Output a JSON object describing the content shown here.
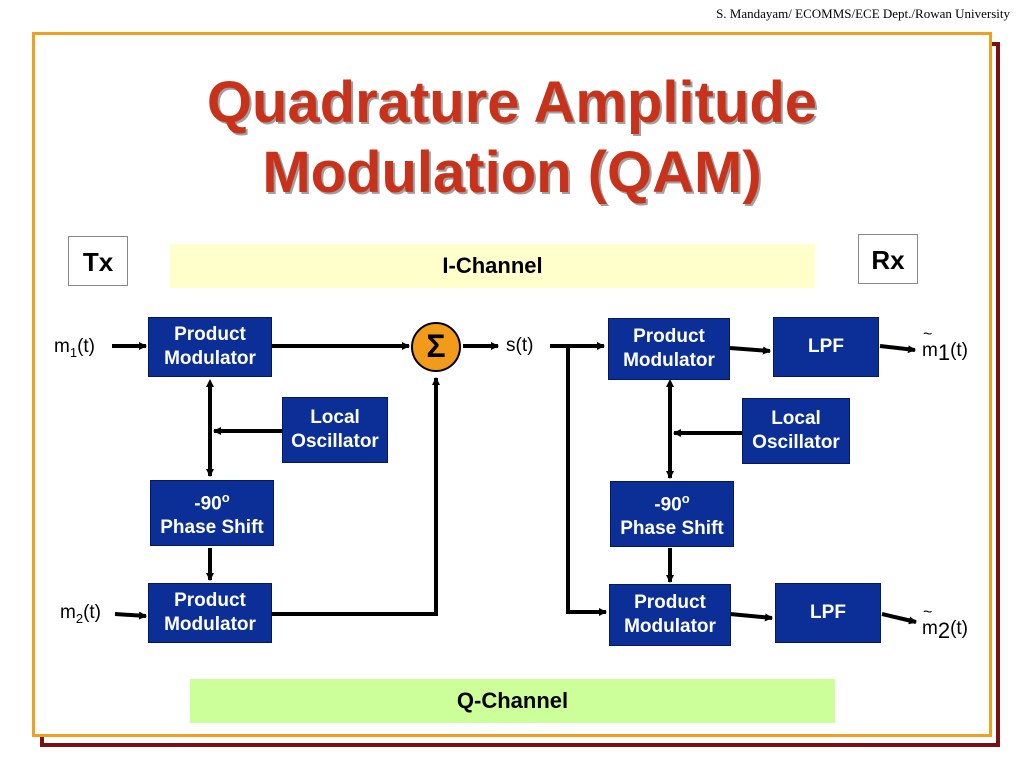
{
  "credit": "S. Mandayam/ ECOMMS/ECE Dept./Rowan University",
  "title": {
    "line1": "Quadrature Amplitude",
    "line2": "Modulation (QAM)"
  },
  "tx_label": "Tx",
  "rx_label": "Rx",
  "i_channel": "I-Channel",
  "q_channel": "Q-Channel",
  "colors": {
    "block": "#0b2f96",
    "title": "#c8321a",
    "sum": "#f29a1a",
    "i_band": "#ffffcc",
    "q_band": "#ccff99",
    "frame_outer": "#7a1010",
    "frame_inner": "#f0a020"
  },
  "blocks": {
    "tx_pm1": {
      "line1": "Product",
      "line2": "Modulator"
    },
    "tx_lo": {
      "line1": "Local",
      "line2": "Oscillator"
    },
    "tx_ps": {
      "line1": "-90",
      "sup": "o",
      "line2": "Phase Shift"
    },
    "tx_pm2": {
      "line1": "Product",
      "line2": "Modulator"
    },
    "rx_pm1": {
      "line1": "Product",
      "line2": "Modulator"
    },
    "rx_lpf1": "LPF",
    "rx_lo": {
      "line1": "Local",
      "line2": "Oscillator"
    },
    "rx_ps": {
      "line1": "-90",
      "sup": "o",
      "line2": "Phase Shift"
    },
    "rx_pm2": {
      "line1": "Product",
      "line2": "Modulator"
    },
    "rx_lpf2": "LPF"
  },
  "summer_symbol": "Σ",
  "signals": {
    "m1": {
      "base": "m",
      "sub": "1",
      "arg": "(t)"
    },
    "m2": {
      "base": "m",
      "sub": "2",
      "arg": "(t)"
    },
    "st": "s(t)",
    "m1_hat": {
      "base": "m",
      "sub": "1",
      "arg": "(t)"
    },
    "m2_hat": {
      "base": "m",
      "sub": "2",
      "arg": "(t)"
    }
  }
}
